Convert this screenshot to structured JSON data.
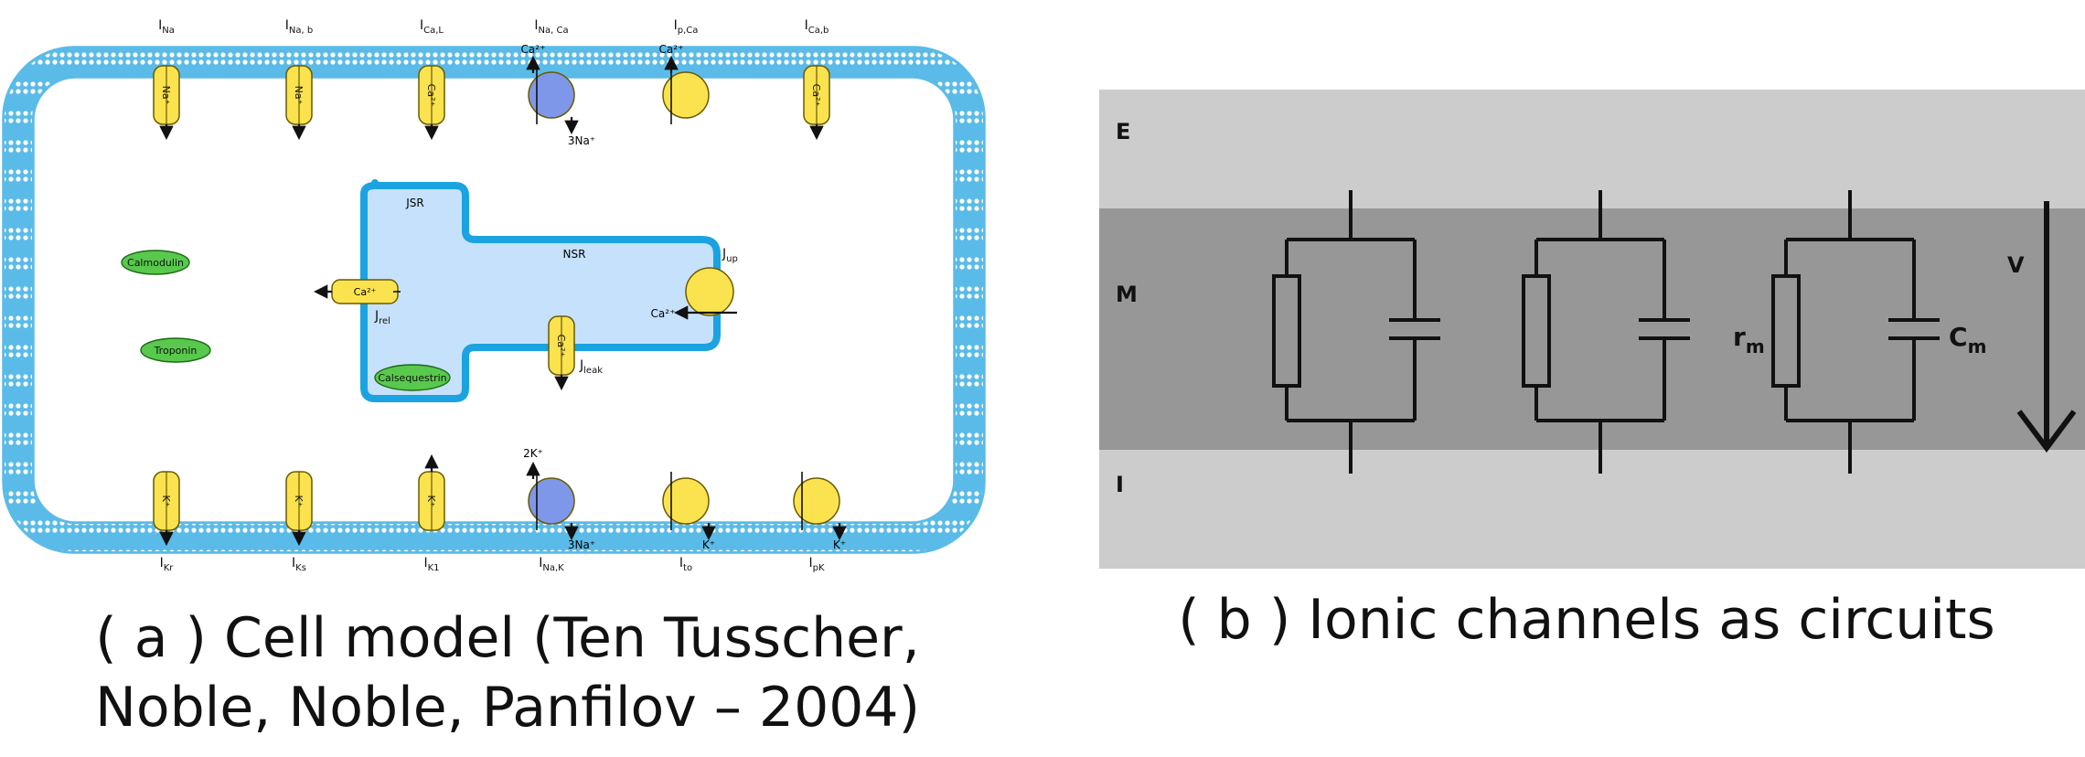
{
  "panel_a": {
    "caption": "( a ) Cell model (Ten Tusscher, Noble, Noble, Panfilov – 2004)",
    "top_currents": [
      {
        "label": "I",
        "sub": "Na",
        "type": "channel",
        "ion": "Na⁺"
      },
      {
        "label": "I",
        "sub": "Na, b",
        "type": "channel",
        "ion": "Na⁺"
      },
      {
        "label": "I",
        "sub": "Ca,L",
        "type": "channel",
        "ion": "Ca²⁺"
      },
      {
        "label": "I",
        "sub": "Na, Ca",
        "type": "exchanger",
        "up": "Ca²⁺",
        "down": "3Na⁺"
      },
      {
        "label": "I",
        "sub": "p,Ca",
        "type": "pump",
        "up": "Ca²⁺"
      },
      {
        "label": "I",
        "sub": "Ca,b",
        "type": "channel",
        "ion": "Ca²⁺"
      }
    ],
    "bottom_currents": [
      {
        "label": "I",
        "sub": "Kr",
        "type": "channel",
        "ion": "K⁺"
      },
      {
        "label": "I",
        "sub": "Ks",
        "type": "channel",
        "ion": "K⁺"
      },
      {
        "label": "I",
        "sub": "K1",
        "type": "channel",
        "ion": "K⁺"
      },
      {
        "label": "I",
        "sub": "Na,K",
        "type": "exchanger",
        "up": "2K⁺",
        "down": "3Na⁺"
      },
      {
        "label": "I",
        "sub": "to",
        "type": "pump",
        "down": "K⁺"
      },
      {
        "label": "I",
        "sub": "pK",
        "type": "pump",
        "down": "K⁺"
      }
    ],
    "buffers": [
      "Calmodulin",
      "Troponin",
      "Calsequestrin"
    ],
    "sr": {
      "jsr_label": "JSR",
      "nsr_label": "NSR",
      "rel_ion": "Ca²⁺",
      "rel_label": "J",
      "rel_sub": "rel",
      "up_label": "J",
      "up_sub": "up",
      "up_ion": "Ca²⁺",
      "leak_label": "J",
      "leak_sub": "leak",
      "leak_ion": "Ca²⁺"
    }
  },
  "panel_b": {
    "caption": "( b ) Ionic channels as circuits",
    "layers": [
      "E",
      "M",
      "I"
    ],
    "resistor_label": "r",
    "resistor_sub": "m",
    "capacitor_label": "C",
    "capacitor_sub": "m",
    "voltage_label": "V"
  },
  "colors": {
    "membrane": "#5bbbe8",
    "sr_fill": "#c6e1fb",
    "sr_border": "#1aa3e0",
    "channel": "#fbe34f",
    "exchanger": "#7f97e9",
    "buffer": "#58c94c",
    "layer_light": "#cccccc",
    "layer_dark": "#979797"
  }
}
